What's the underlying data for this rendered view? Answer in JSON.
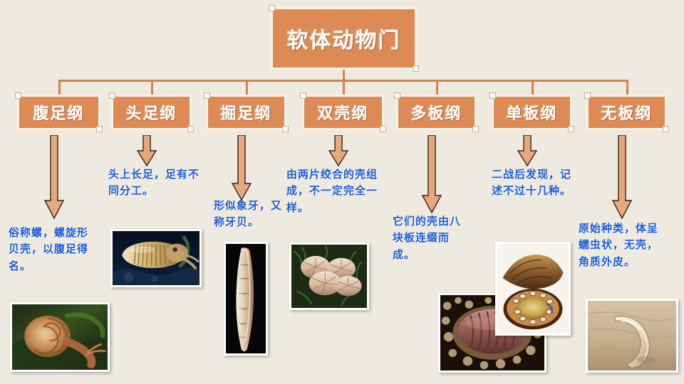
{
  "diagram": {
    "title": "软体动物门",
    "background_color": "#EFEAE0",
    "box_color": "#DE8A54",
    "box_text_color": "#FFFFFF",
    "caption_color": "#1B5BD8",
    "arrow_fill": "#E8A87E",
    "arrow_stroke": "#3A2218",
    "connector_color": "#D5814C"
  },
  "classes": [
    {
      "label": "腹足纲",
      "caption": "俗称螺，螺旋形贝壳，以腹足得名。",
      "image_name": "snail-photo"
    },
    {
      "label": "头足纲",
      "caption": "头上长足，足有不同分工。",
      "image_name": "cuttlefish-photo"
    },
    {
      "label": "掘足纲",
      "caption": "形似象牙，又称牙贝。",
      "image_name": "tusk-shell-photo"
    },
    {
      "label": "双壳纲",
      "caption": "由两片绞合的壳组成，不一定完全一样。",
      "image_name": "scallop-photo"
    },
    {
      "label": "多板纲",
      "caption": "它们的壳由八块板连缀而成。",
      "image_name": "chiton-photo"
    },
    {
      "label": "单板纲",
      "caption": "二战后发现，记述不过十几种。",
      "image_name": "monoplacophora-photo"
    },
    {
      "label": "无板纲",
      "caption": "原始种类，体呈蠕虫状，无壳，角质外皮。",
      "image_name": "aplacophora-photo"
    }
  ]
}
